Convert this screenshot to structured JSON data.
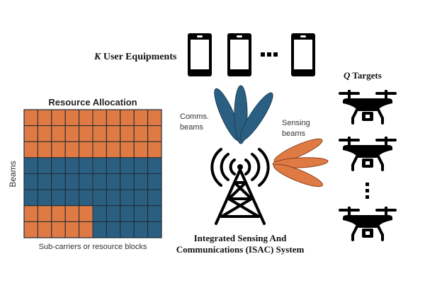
{
  "colors": {
    "orange": "#e07a44",
    "blue": "#2b5f82",
    "grid_line": "#1e2a33",
    "icon": "#000000"
  },
  "user_equipments": {
    "label_var": "K",
    "label_text": " User Equipments",
    "count_shown": 3,
    "ellipsis": "···",
    "icon": "smartphone-icon"
  },
  "targets": {
    "label_var": "Q",
    "label_text": " Targets",
    "count_shown": 3,
    "icon": "drone-icon"
  },
  "resource_allocation": {
    "title": "Resource Allocation",
    "y_axis_label": "Beams",
    "x_axis_label": "Sub-carriers or resource blocks",
    "columns": 10,
    "rows": 8,
    "legend_mapping": {
      "O": "sensing (orange)",
      "B": "communications (blue)"
    },
    "grid": [
      "OOOOOOOOOO",
      "OOOOOOOOOO",
      "OOOOOOOOOO",
      "BBBBBBBBBB",
      "BBBBBBBBBB",
      "BBBBBBBBBB",
      "OOOOOBBBBB",
      "OOOOOBBBBB"
    ]
  },
  "beams": {
    "comms_label_line1": "Comms.",
    "comms_label_line2": "beams",
    "comms_count": 3,
    "sensing_label_line1": "Sensing",
    "sensing_label_line2": "beams",
    "sensing_count": 3
  },
  "system": {
    "label_line1": "Integrated Sensing And",
    "label_line2": "Communications (ISAC) System",
    "icon": "cell-tower-icon"
  }
}
